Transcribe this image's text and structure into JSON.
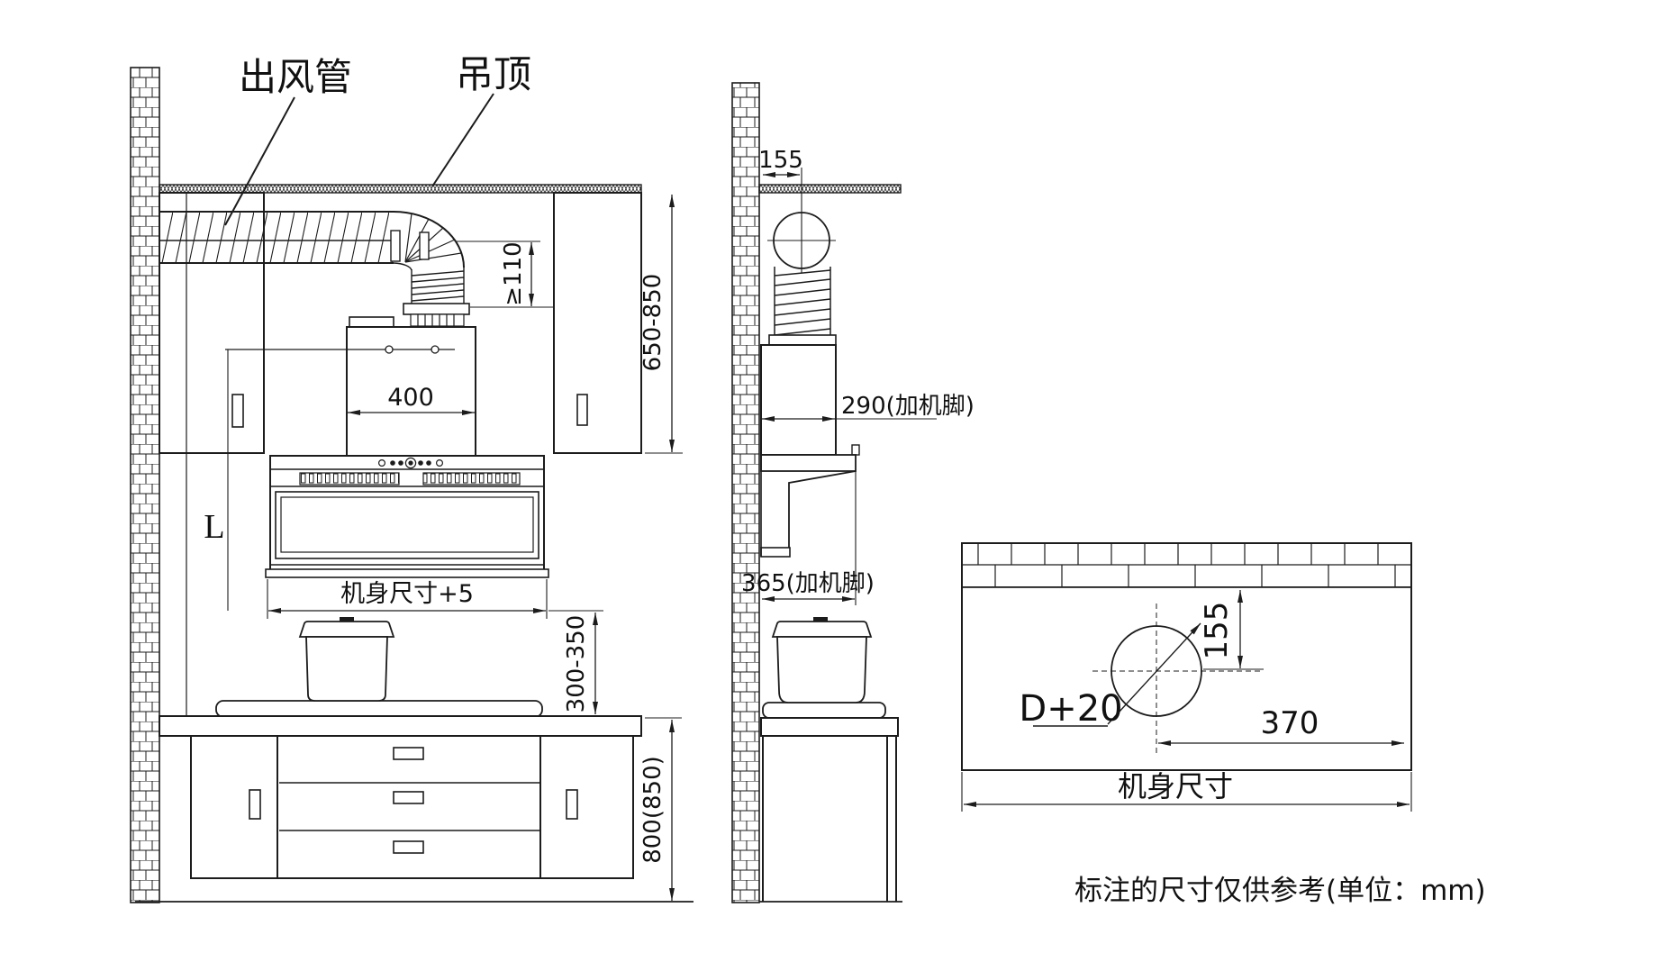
{
  "colors": {
    "line": "#1c1c1c",
    "text": "#111111",
    "background": "#ffffff"
  },
  "views": {
    "front": {
      "callouts": {
        "outlet_duct": "出风管",
        "ceiling": "吊顶"
      },
      "dims": {
        "elbow_clearance": "≥110",
        "ceiling_to_cabinet_bottom": "650-850",
        "flue_width": "400",
        "body_width_plus5": "机身尺寸+5",
        "hood_to_cooktop": "300-350",
        "counter_height": "800(850)",
        "mounting_height": "L"
      }
    },
    "side": {
      "dims": {
        "duct_center_to_wall": "155",
        "depth_top": "290(加机脚)",
        "depth_bottom": "365(加机脚)"
      }
    },
    "plan": {
      "dims": {
        "hole_diameter": "D+20",
        "hole_center_to_wall": "155",
        "hole_center_to_edge": "370",
        "body_width": "机身尺寸"
      }
    }
  },
  "note": "标注的尺寸仅供参考(单位：mm)"
}
